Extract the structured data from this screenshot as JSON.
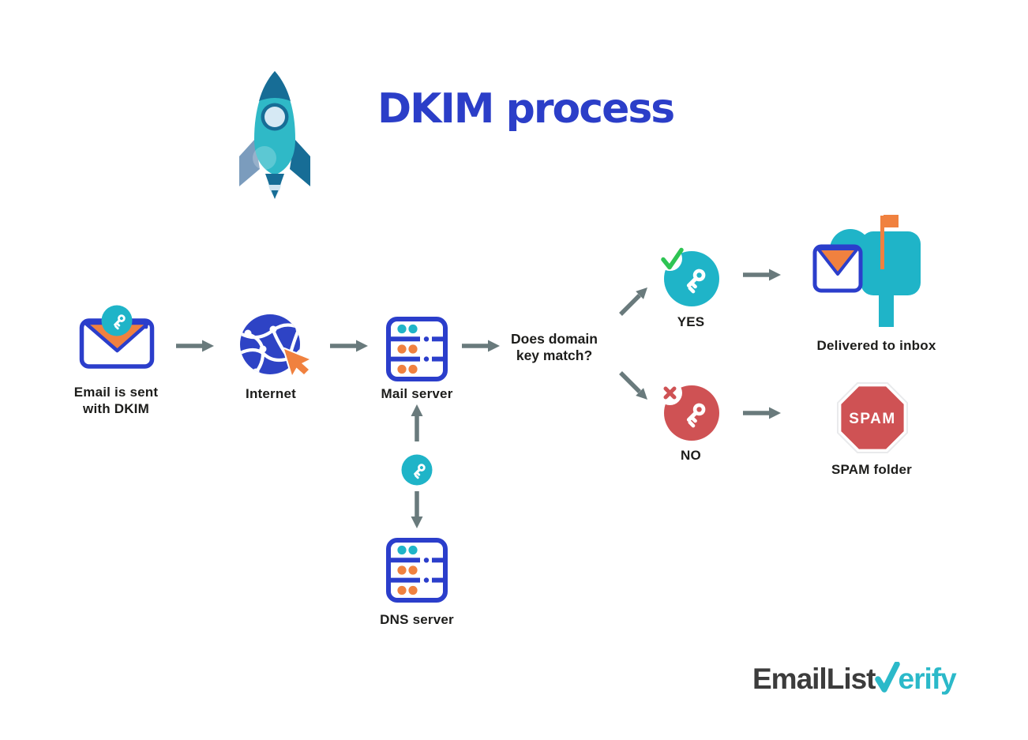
{
  "title": "DKIM process",
  "flow": {
    "email": {
      "line1": "Email is sent",
      "line2": "with DKIM"
    },
    "internet": {
      "label": "Internet"
    },
    "mail_server": {
      "label": "Mail server"
    },
    "question": {
      "line1": "Does domain",
      "line2": "key match?"
    },
    "yes": {
      "label": "YES"
    },
    "no": {
      "label": "NO"
    },
    "delivered": {
      "label": "Delivered to inbox"
    },
    "spam": {
      "sign": "SPAM",
      "label": "SPAM folder"
    },
    "dns": {
      "label": "DNS server"
    }
  },
  "logo": {
    "part1": "EmailList",
    "part2": "erify"
  },
  "colors": {
    "title_blue": "#2b3ec8",
    "outline_blue": "#2b3ecb",
    "globe_blue": "#2e43c5",
    "teal": "#1fb4c8",
    "orange": "#f0813f",
    "red": "#cf5254",
    "green_check": "#2ec453",
    "arrow_gray": "#697a7c",
    "label_dark": "#1d1d1b",
    "logo_dark": "#3c3c3c",
    "logo_teal": "#2bb9c9"
  }
}
